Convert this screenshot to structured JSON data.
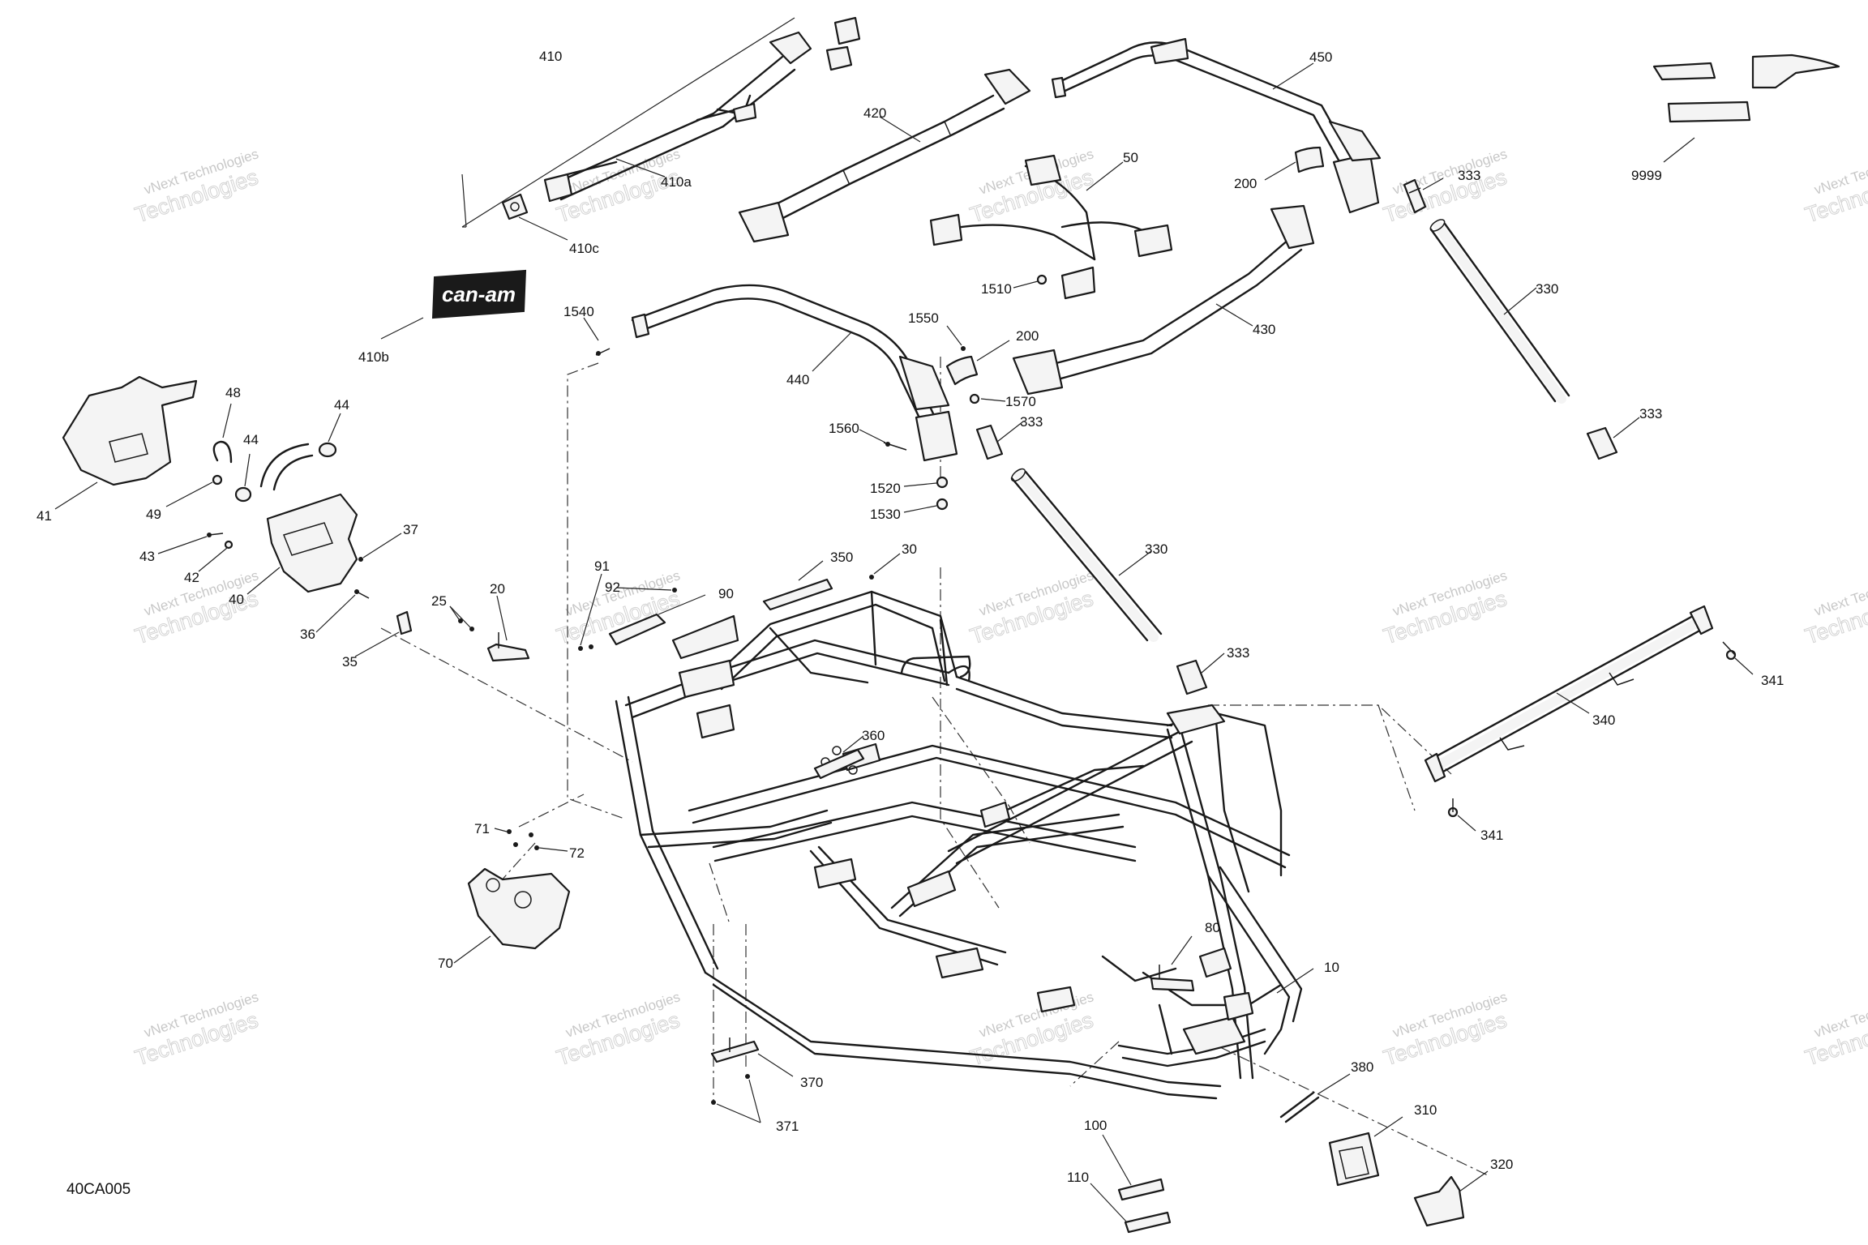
{
  "document": {
    "id": "40CA005"
  },
  "brand": {
    "logo_text": "can-am"
  },
  "watermark": {
    "line1": "vNext Technologies",
    "line2": "Technologies"
  },
  "callouts": {
    "c410": "410",
    "c410a": "410a",
    "c410b": "410b",
    "c410c": "410c",
    "c420": "420",
    "c450": "450",
    "c50": "50",
    "c200a": "200",
    "c200b": "200",
    "c9999": "9999",
    "c333a": "333",
    "c333b": "333",
    "c333c": "333",
    "c333d": "333",
    "c330a": "330",
    "c330b": "330",
    "c1510": "1510",
    "c430": "430",
    "c1540": "1540",
    "c1550": "1550",
    "c440": "440",
    "c1570": "1570",
    "c1560": "1560",
    "c1520": "1520",
    "c1530": "1530",
    "c41": "41",
    "c48": "48",
    "c44a": "44",
    "c44b": "44",
    "c49": "49",
    "c43": "43",
    "c42": "42",
    "c40": "40",
    "c37": "37",
    "c36": "36",
    "c35": "35",
    "c25": "25",
    "c20": "20",
    "c91": "91",
    "c92": "92",
    "c90": "90",
    "c350": "350",
    "c30": "30",
    "c360": "360",
    "c341a": "341",
    "c341b": "341",
    "c340": "340",
    "c71": "71",
    "c72": "72",
    "c70": "70",
    "c80": "80",
    "c10": "10",
    "c370": "370",
    "c371": "371",
    "c380": "380",
    "c310": "310",
    "c320": "320",
    "c100": "100",
    "c110": "110"
  },
  "colors": {
    "line": "#1a1a1a",
    "fill": "#f4f4f4",
    "logo_bg": "#1a1a1a",
    "watermark": "#9a9a9a"
  }
}
